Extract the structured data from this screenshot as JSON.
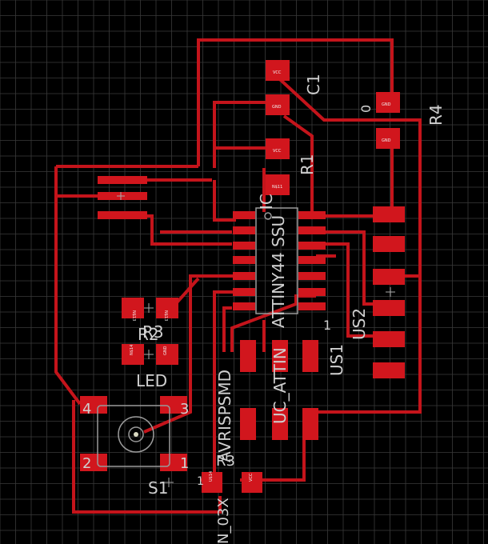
{
  "colors": {
    "background": "#000000",
    "grid": "#3a3a3a",
    "copper": "#c4141b",
    "pad": "#d1161d",
    "silkscreen": "#cfcfcf"
  },
  "labels": {
    "c1": "C1",
    "r1": "R1",
    "r4": "R4",
    "zero": "0",
    "u2_pin": "1",
    "ic": "IC",
    "ic_part": "ATTINY44 SSU",
    "u_attin": "UC_ATTIN",
    "us2": "US2",
    "us1": "US1",
    "one": "1",
    "r2": "R2",
    "r3": "R3",
    "led": "LED",
    "avrisp": "AVRISPSMD",
    "s1": "S1",
    "pin4": "4",
    "pin3": "3",
    "pin2": "2",
    "pin1": "1",
    "r_bottom": "R3",
    "n03": "N_03X",
    "one_b": "1"
  },
  "pad_labels": {
    "vcc": "VCC",
    "gnd": "GND",
    "net1": "N$11",
    "net13": "N$13",
    "net14": "N$14",
    "u14": "U$14"
  }
}
